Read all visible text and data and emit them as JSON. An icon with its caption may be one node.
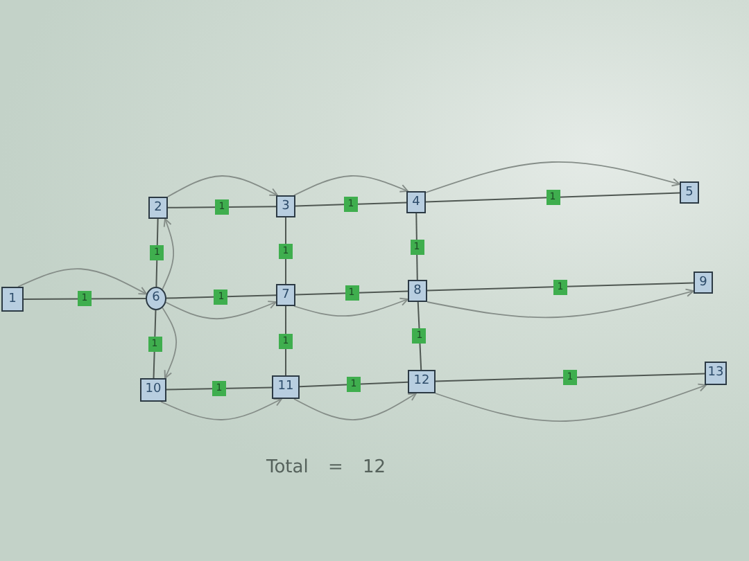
{
  "diagram": {
    "nodes": [
      {
        "text": [
          "1"
        ]
      },
      {
        "text": [
          "2"
        ]
      },
      {
        "text": [
          "3"
        ]
      },
      {
        "text": [
          "4"
        ]
      },
      {
        "text": [
          "5"
        ]
      },
      {
        "text": [
          "6"
        ]
      },
      {
        "text": [
          "7"
        ]
      },
      {
        "text": [
          "8"
        ]
      },
      {
        "text": [
          "9"
        ]
      },
      {
        "text": [
          "10"
        ]
      },
      {
        "text": [
          "11"
        ]
      },
      {
        "text": [
          "12"
        ]
      },
      {
        "text": [
          "13"
        ]
      }
    ],
    "edges": [
      {
        "from": 0,
        "to": 5,
        "arrow": "none",
        "label": "1"
      },
      {
        "from": 1,
        "to": 2,
        "arrow": "none",
        "label": "1"
      },
      {
        "from": 2,
        "to": 3,
        "arrow": "none",
        "label": "1"
      },
      {
        "from": 3,
        "to": 4,
        "arrow": "none",
        "label": "1"
      },
      {
        "from": 1,
        "to": 5,
        "arrow": "none",
        "label": "1"
      },
      {
        "from": 2,
        "to": 6,
        "arrow": "none",
        "label": "1"
      },
      {
        "from": 3,
        "to": 7,
        "arrow": "none",
        "label": "1"
      },
      {
        "from": 5,
        "to": 6,
        "arrow": "none",
        "label": "1"
      },
      {
        "from": 6,
        "to": 7,
        "arrow": "none",
        "label": "1"
      },
      {
        "from": 7,
        "to": 8,
        "arrow": "none",
        "label": "1"
      },
      {
        "from": 5,
        "to": 9,
        "arrow": "none",
        "label": "1"
      },
      {
        "from": 6,
        "to": 10,
        "arrow": "none",
        "label": "1"
      },
      {
        "from": 7,
        "to": 11,
        "arrow": "none",
        "label": "1"
      },
      {
        "from": 9,
        "to": 10,
        "arrow": "none",
        "label": "1"
      },
      {
        "from": 10,
        "to": 11,
        "arrow": "none",
        "label": "1"
      },
      {
        "from": 11,
        "to": 12,
        "arrow": "none",
        "label": "1"
      },
      {
        "from": 0,
        "to": 5,
        "arrow": "to",
        "color": "#858d88"
      },
      {
        "from": 5,
        "to": 1,
        "arrow": "to",
        "color": "#858d88"
      },
      {
        "from": 1,
        "to": 2,
        "arrow": "to",
        "color": "#858d88"
      },
      {
        "from": 2,
        "to": 3,
        "arrow": "to",
        "color": "#858d88"
      },
      {
        "from": 3,
        "to": 4,
        "arrow": "to",
        "color": "#858d88"
      },
      {
        "from": 5,
        "to": 6,
        "arrow": "to",
        "color": "#858d88"
      },
      {
        "from": 6,
        "to": 7,
        "arrow": "to",
        "color": "#858d88"
      },
      {
        "from": 7,
        "to": 8,
        "arrow": "to",
        "color": "#858d88"
      },
      {
        "from": 5,
        "to": 9,
        "arrow": "to",
        "color": "#858d88"
      },
      {
        "from": 9,
        "to": 10,
        "arrow": "to",
        "color": "#858d88"
      },
      {
        "from": 10,
        "to": 11,
        "arrow": "to",
        "color": "#858d88"
      },
      {
        "from": 11,
        "to": 12,
        "arrow": "to",
        "color": "#858d88"
      }
    ],
    "labels": [
      "Total = 12"
    ]
  }
}
